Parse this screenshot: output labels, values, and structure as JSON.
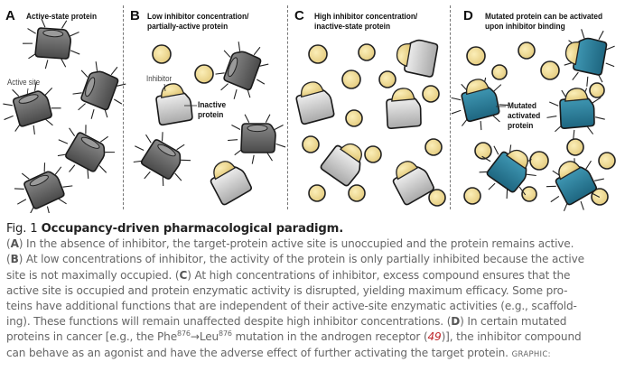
{
  "figure": {
    "panels": [
      {
        "letter": "A",
        "title_lines": [
          "Active-state protein"
        ]
      },
      {
        "letter": "B",
        "title_lines": [
          "Low inhibitor concentration/",
          "partially-active protein"
        ]
      },
      {
        "letter": "C",
        "title_lines": [
          "High inhibitor concentration/",
          "inactive-state protein"
        ]
      },
      {
        "letter": "D",
        "title_lines": [
          "Mutated protein can be activated",
          "upon inhibitor binding"
        ]
      }
    ],
    "annotations": {
      "active_site": "Active site",
      "inhibitor": "Inhibitor",
      "inactive_protein": [
        "Inactive",
        "protein"
      ],
      "mutated_activated_protein": [
        "Mutated",
        "activated",
        "protein"
      ]
    },
    "colors": {
      "active_protein": "#6b6b6b",
      "inactive_protein": "#d0d0d0",
      "mutated_protein": "#2f7f9a",
      "inhibitor": "#f2dc92",
      "reference_link": "#c0282d"
    }
  },
  "caption": {
    "fig_label": "Fig. 1",
    "title": "Occupancy-driven pharmacological paradigm.",
    "lines": [
      {
        "pl": "A",
        "pre": "(",
        "post": ") In the absence of inhibitor, the target-protein active site is unoccupied and the protein remains active."
      },
      {
        "pl": "B",
        "pre": "(",
        "post": ") At low concentrations of inhibitor, the activity of the protein is only partially inhibited because the active"
      },
      {
        "pl": "C",
        "pre": "site is not maximally occupied. (",
        "post": ") At high concentrations of inhibitor, excess compound ensures that the"
      },
      {
        "text": "active site is occupied and protein enzymatic activity is disrupted, yielding maximum efficacy. Some pro-"
      },
      {
        "text": "teins have additional functions that are independent of their active-site enzymatic activities (e.g., scaffold-"
      },
      {
        "pl": "D",
        "pre": "ing). These functions will remain unaffected despite high inhibitor concentrations. (",
        "post": ") In certain mutated"
      }
    ],
    "line7": {
      "t1": "proteins in cancer [e.g., the Phe",
      "sup1": "876",
      "arrow": "→",
      "t2": "Leu",
      "sup2": "876",
      "t3": " mutation in the androgen receptor (",
      "ref": "49",
      "t4": ")], the inhibitor compound"
    },
    "line8": {
      "text": "can behave as an agonist and have the adverse effect of further activating the target protein. ",
      "graphic_label": "GRAPHIC:"
    }
  }
}
